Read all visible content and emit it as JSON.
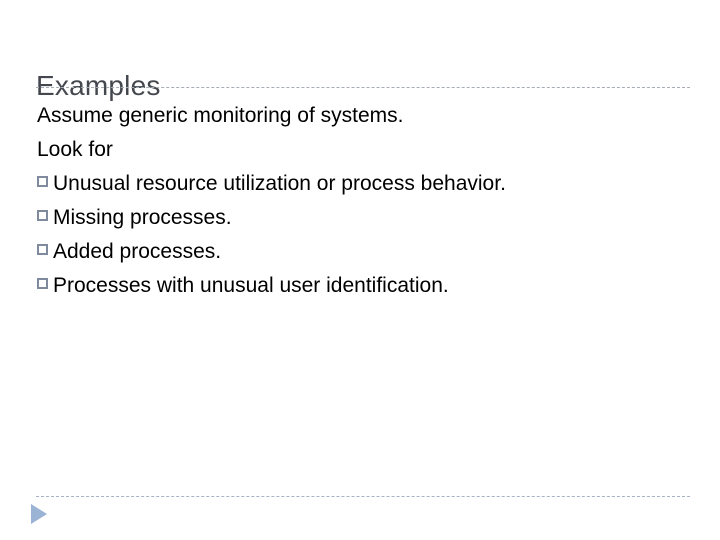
{
  "slide": {
    "title": "Examples",
    "lines": [
      {
        "type": "plain",
        "text": "Assume generic monitoring of systems."
      },
      {
        "type": "plain",
        "text": "Look for"
      },
      {
        "type": "bullet",
        "text": "Unusual resource utilization or process behavior."
      },
      {
        "type": "bullet",
        "text": "Missing processes."
      },
      {
        "type": "bullet",
        "text": "Added processes."
      },
      {
        "type": "bullet",
        "text": "Processes with unusual user identification."
      }
    ],
    "bullet_glyph": "hollow-square",
    "advance_icon": "play-triangle-icon",
    "colors": {
      "background": "#ffffff",
      "title": "#44474d",
      "body_text": "#000000",
      "bullet_marker": "#7f8a9e",
      "rule_top": "#a6adb4",
      "rule_bottom": "#a6b3c6",
      "play_marker": "#9bb3d4"
    }
  }
}
